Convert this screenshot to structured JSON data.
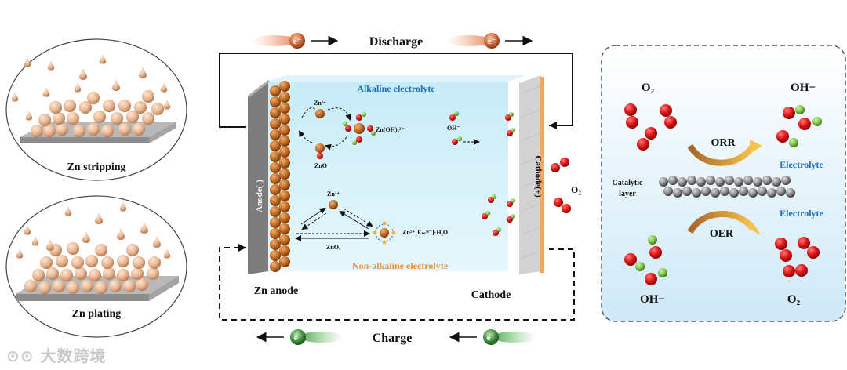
{
  "left_panel": {
    "top_label": "Zn stripping",
    "bottom_label": "Zn plating"
  },
  "battery": {
    "discharge_label": "Discharge",
    "charge_label": "Charge",
    "electron_symbol": "e⁻",
    "alkaline_label": "Alkaline electrolyte",
    "non_alkaline_label": "Non-alkaline electrolyte",
    "anode_side_label": "Anode(-)",
    "cathode_side_label": "Cathode(+)",
    "zn_anode_label": "Zn anode",
    "cathode_label": "Cathode",
    "o2_label": "O₂",
    "zn2_top": "Zn²⁺",
    "zn_oh4": "Zn(OH)₄²⁻",
    "zno": "ZnO",
    "oh_minus": "OH⁻",
    "zn2_mid": "Zn²⁺",
    "zn_complex": "Zn²⁺[Eₘᴺ⁻]·H₂O",
    "znox": "ZnOₓ"
  },
  "right_panel": {
    "o2_top": "O₂",
    "oh_top": "OH−",
    "orr": "ORR",
    "oer": "OER",
    "electrolyte_top": "Electrolyte",
    "electrolyte_bottom": "Electrolyte",
    "catalytic_label": "Catalytic",
    "layer_label": "layer",
    "oh_bottom": "OH−",
    "o2_bottom": "O₂"
  },
  "watermark": "⊙⊙ 大数跨境",
  "colors": {
    "oxygen": "#e01818",
    "hydrogen": "#7cc242",
    "zinc": "#c9823d",
    "electrolyte_blue": "#1e6fb8",
    "electrolyte_orange": "#e8923a"
  }
}
